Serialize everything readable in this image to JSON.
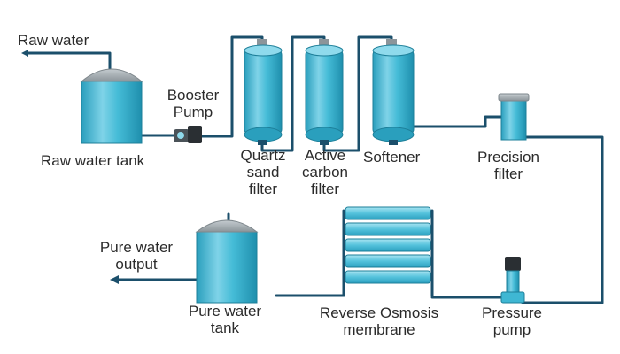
{
  "colors": {
    "pipe": "#1b4f6b",
    "body": "#3fb7d3",
    "body_light": "#8fdaec",
    "cap": "#9aa3a8",
    "pump": "#2a2f33"
  },
  "labels": {
    "raw_water": "Raw water",
    "raw_water_tank": "Raw water tank",
    "booster_pump": [
      "Booster",
      "Pump"
    ],
    "quartz_sand_filter": [
      "Quartz",
      "sand",
      "filter"
    ],
    "active_carbon_filter": [
      "Active",
      "carbon",
      "filter"
    ],
    "softener": "Softener",
    "precision_filter": [
      "Precision",
      "filter"
    ],
    "pure_water_output": [
      "Pure water",
      "output"
    ],
    "pure_water_tank": [
      "Pure water",
      "tank"
    ],
    "reverse_osmosis_membrane": [
      "Reverse Osmosis",
      "membrane"
    ],
    "pressure_pump": [
      "Pressure",
      "pump"
    ]
  }
}
